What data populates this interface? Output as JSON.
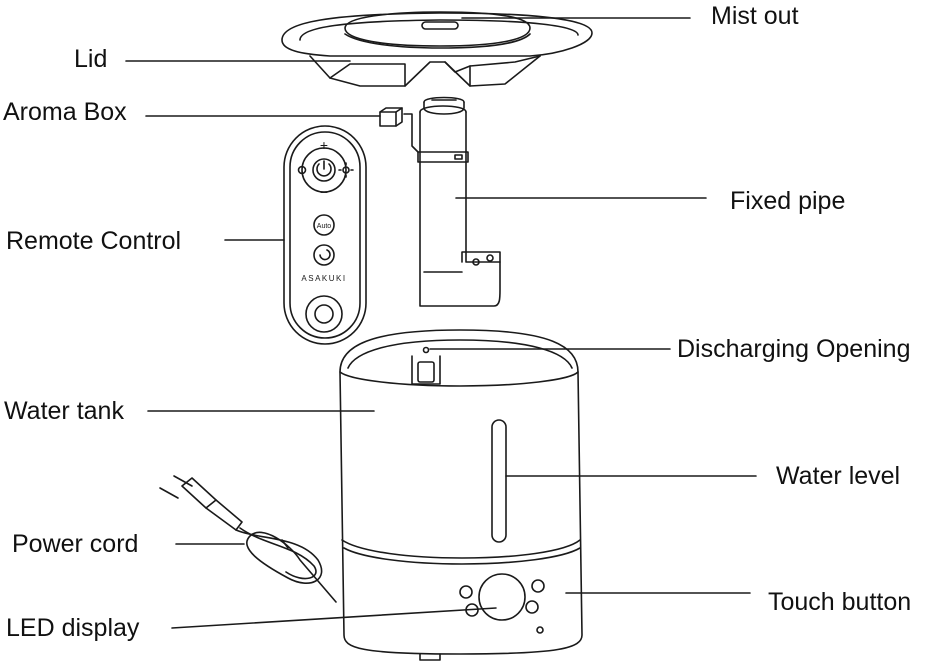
{
  "labels": {
    "mist_out": "Mist out",
    "lid": "Lid",
    "aroma_box": "Aroma Box",
    "fixed_pipe": "Fixed pipe",
    "remote_control": "Remote Control",
    "discharging_opening": "Discharging Opening",
    "water_tank": "Water tank",
    "water_level": "Water level",
    "power_cord": "Power cord",
    "touch_button": "Touch button",
    "led_display": "LED display"
  },
  "remote": {
    "plus": "+",
    "minus": "−",
    "auto": "Auto",
    "brand": "ASAKUKI"
  },
  "colors": {
    "line": "#1a1a1a",
    "background": "#ffffff"
  }
}
